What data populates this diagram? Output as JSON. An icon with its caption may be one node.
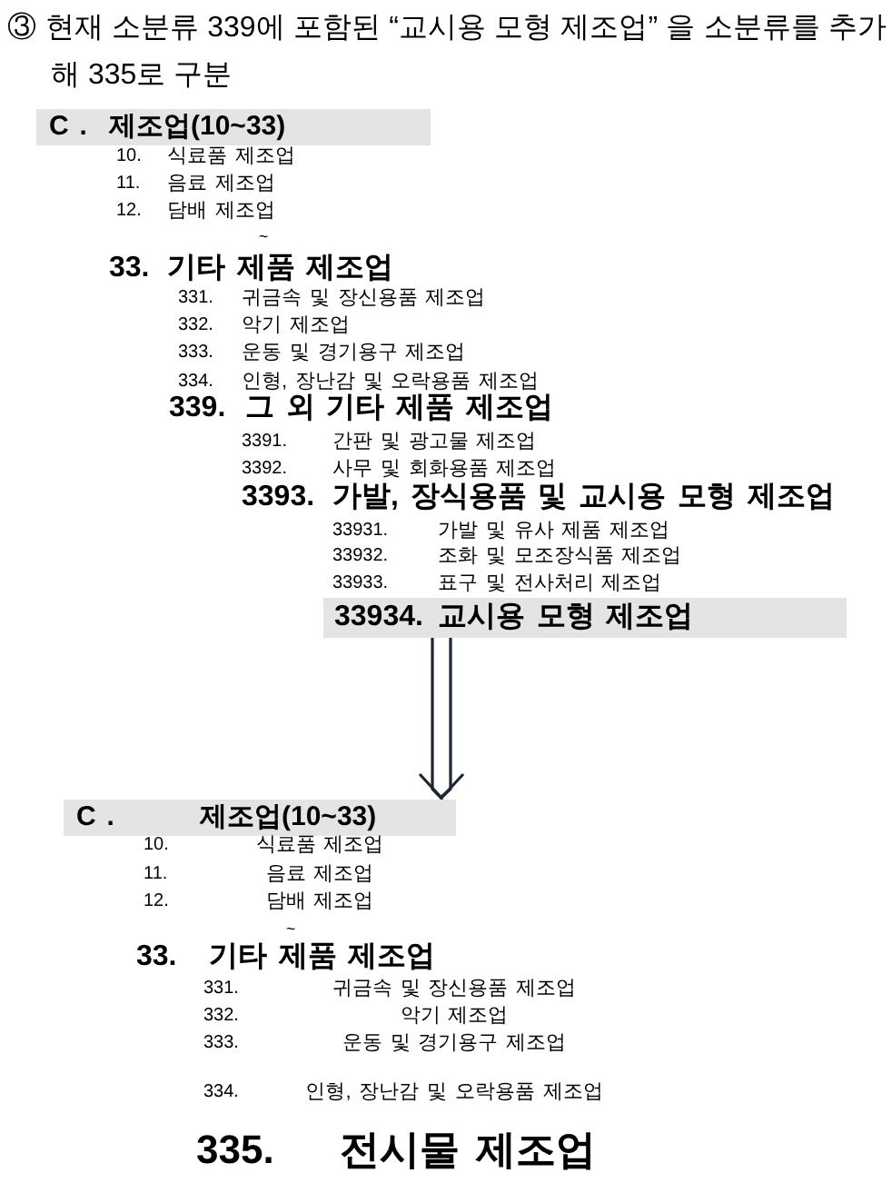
{
  "diagram": {
    "title": "③ 현재 소분류 339에 포함된 “교시용 모형 제조업” 을 소분류를 추가해 335로 구분",
    "nodes": [
      {
        "text": [
          "C .",
          "제조업(10~33)"
        ]
      },
      {
        "text": [
          "33934.",
          "교시용 모형 제조업"
        ]
      },
      {
        "text": [
          "C .",
          "제조업(10~33)"
        ]
      }
    ],
    "edges": [
      {
        "from": 1,
        "to": 2,
        "arrow": "to"
      }
    ],
    "labels": [
      "10.",
      "식료품 제조업",
      "11.",
      "음료 제조업",
      "12.",
      "담배 제조업",
      "~",
      "33.",
      "기타 제품 제조업",
      "331.",
      "귀금속 및 장신용품 제조업",
      "332.",
      "악기 제조업",
      "333.",
      "운동 및 경기용구 제조업",
      "334.",
      "인형, 장난감 및 오락용품 제조업",
      "339.",
      "그 외 기타 제품 제조업",
      "3391.",
      "간판 및 광고물 제조업",
      "3392.",
      "사무 및 회화용품 제조업",
      "3393.",
      "가발, 장식용품 및 교시용 모형 제조업",
      "33931.",
      "가발 및 유사 제품 제조업",
      "33932.",
      "조화 및 모조장식품 제조업",
      "33933.",
      "표구 및 전사처리 제조업",
      "10.",
      "식료품 제조업",
      "11.",
      "음료 제조업",
      "12.",
      "담배 제조업",
      "~",
      "33.",
      "기타 제품 제조업",
      "331.",
      "귀금속 및 장신용품 제조업",
      "332.",
      "악기 제조업",
      "333.",
      "운동 및 경기용구 제조업",
      "334.",
      "인형, 장난감 및 오락용품 제조업",
      "335.",
      "전시물 제조업"
    ]
  }
}
